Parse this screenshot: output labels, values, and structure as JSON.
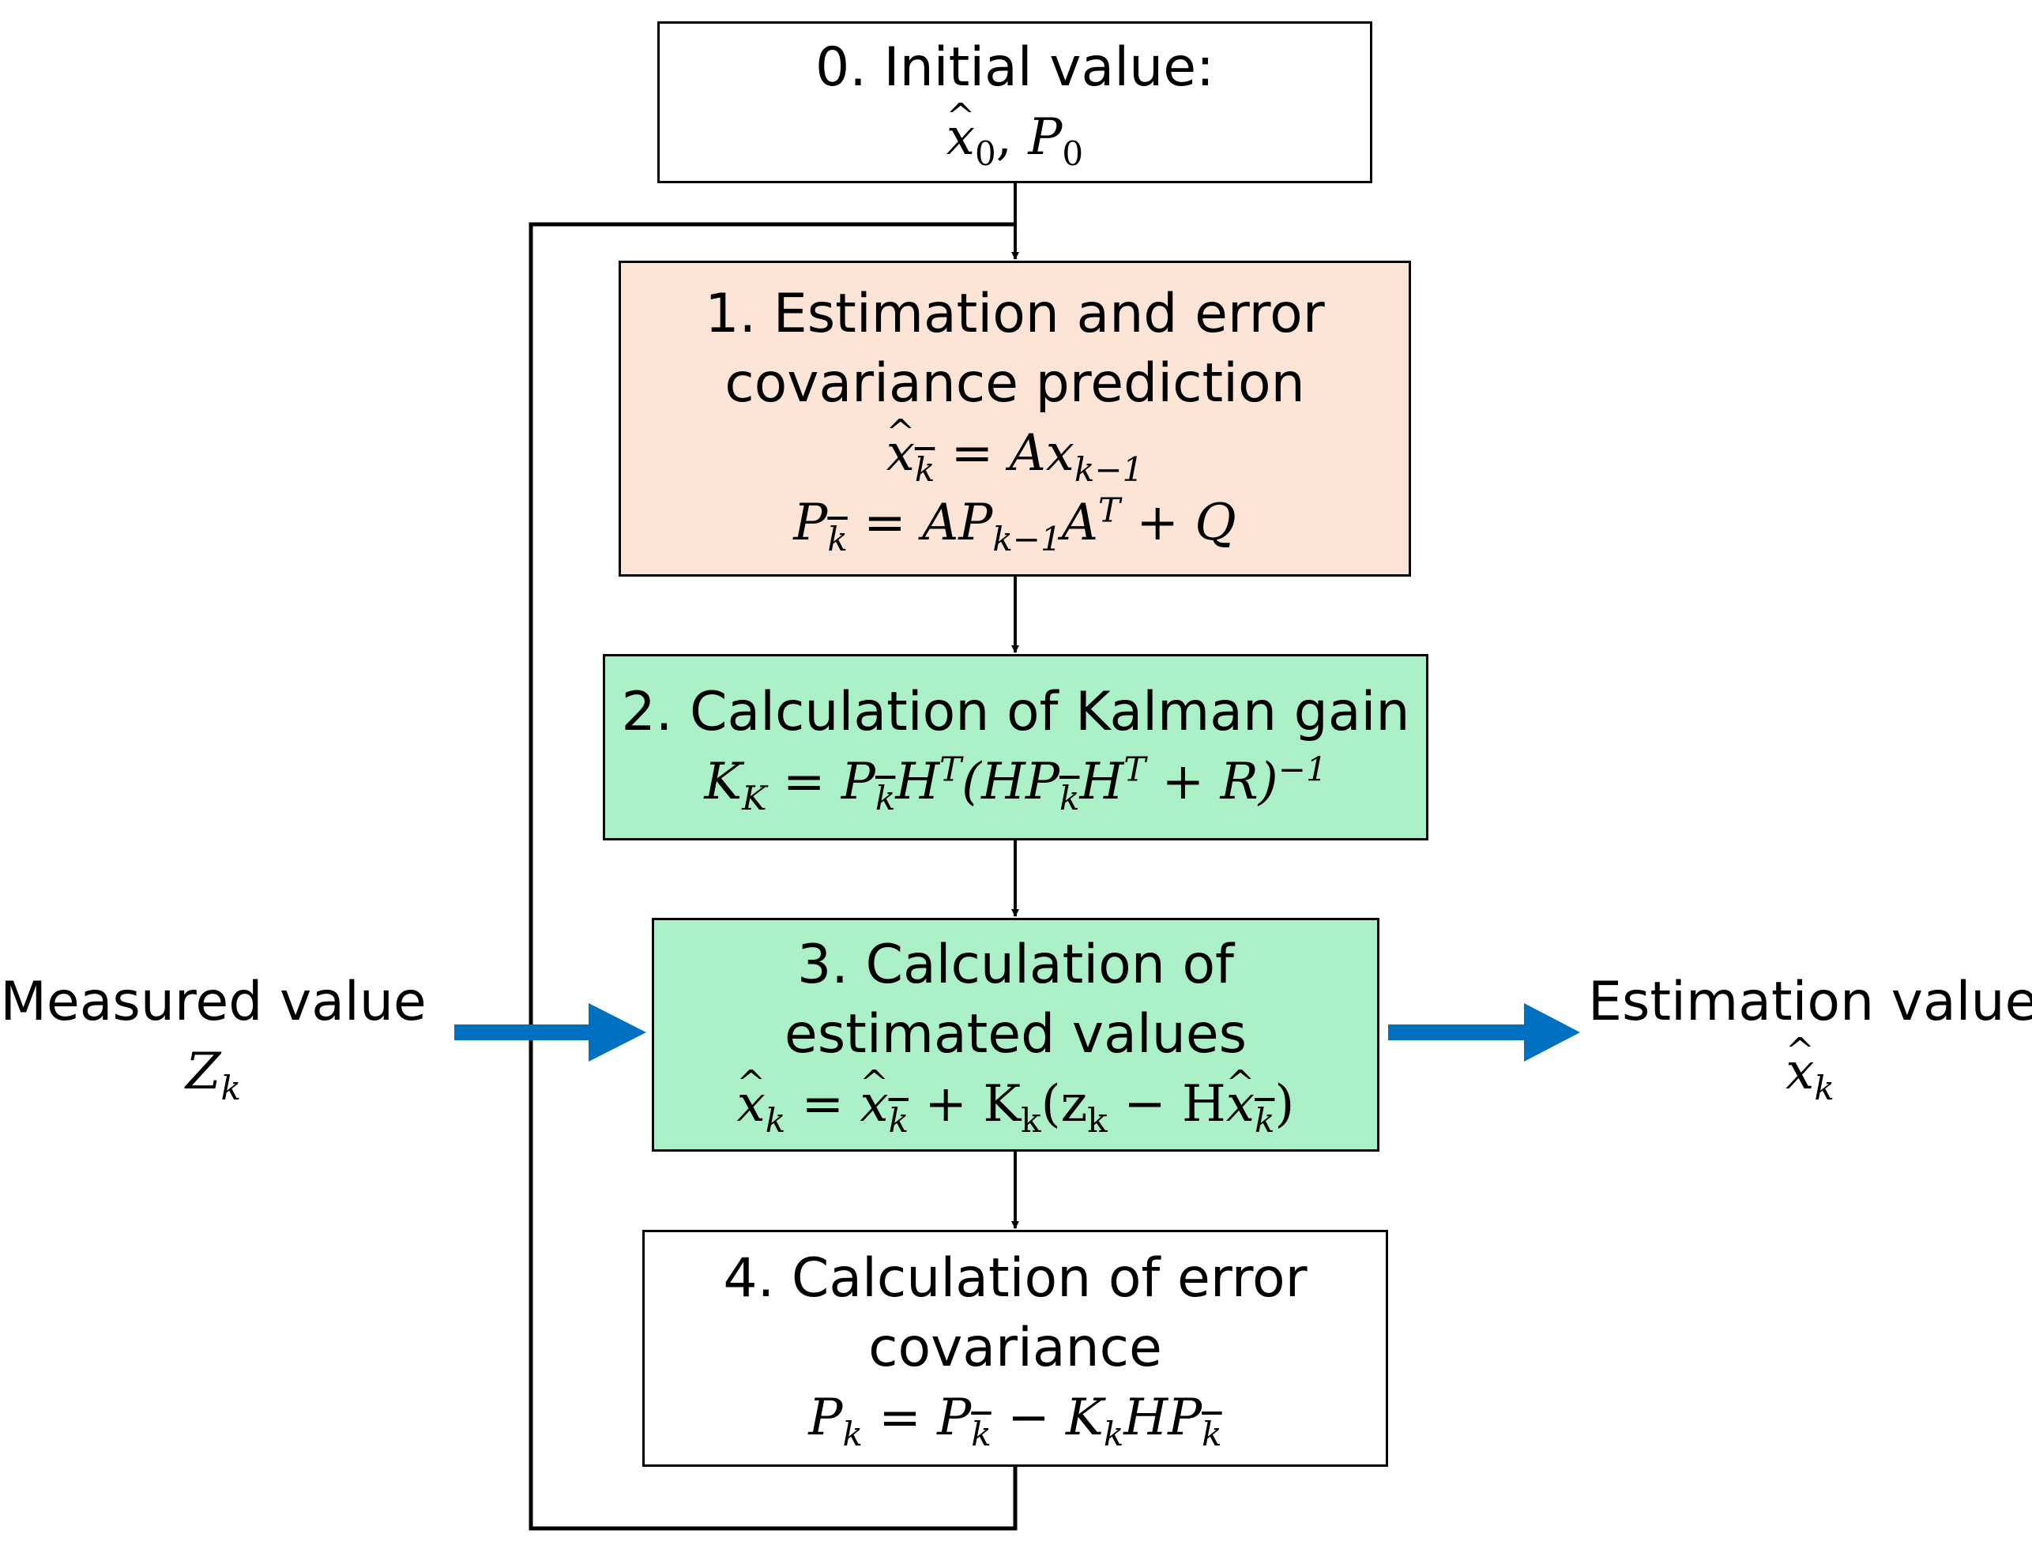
{
  "diagram": {
    "nodes": {
      "initial": {
        "title": "0. Initial value:",
        "formula": {
          "x": "x",
          "sub0": "0",
          "sep": ", ",
          "p": "P",
          "sub1": "0"
        }
      },
      "prediction": {
        "title_line1": "1. Estimation and error",
        "title_line2": "covariance prediction",
        "formula1": {
          "lhs": "x",
          "lhs_sub": "k",
          "eq": " = Ax",
          "rhs_sub": "k−1"
        },
        "formula2": {
          "lhs": "P",
          "lhs_sub": "k",
          "eq": " = AP",
          "rhs_sub": "k−1",
          "a": "A",
          "a_sup": "T",
          "tail": " + Q"
        }
      },
      "gain": {
        "title": "2. Calculation of Kalman gain",
        "formula": {
          "k": "K",
          "k_sub": "K",
          "eq": " = P",
          "p_sub": "k",
          "h": "H",
          "h_sup": "T",
          "open": "(HP",
          "p2_sub": "k",
          "h2": "H",
          "h2_sup": "T",
          "tail": " + R)",
          "inv": "−1"
        }
      },
      "update": {
        "title_line1": "3. Calculation of",
        "title_line2": "estimated values",
        "formula": {
          "x": "x",
          "x_sub": "k",
          "eq": " = ",
          "x2": "x",
          "x2_sub": "k",
          "plus": " + K",
          "k_sub": "k",
          "open": "(z",
          "z_sub": "k",
          "minus": " − H",
          "x3": "x",
          "x3_sub": "k",
          "close": ")"
        }
      },
      "covariance": {
        "title_line1": "4. Calculation of error",
        "title_line2": "covariance",
        "formula": {
          "p": "P",
          "p_sub": "k",
          "eq": " = P",
          "p2_sub": "k",
          "minus": " − K",
          "k_sub": "k",
          "hp": "HP",
          "p3_sub": "k"
        }
      }
    },
    "inputs": {
      "measured": {
        "label": "Measured value",
        "symbol": "Z",
        "symbol_sub": "k"
      }
    },
    "outputs": {
      "estimation": {
        "label": "Estimation value",
        "symbol": "x",
        "symbol_sub": "k"
      }
    },
    "colors": {
      "prediction_fill": "#fce4d6",
      "gain_fill": "#acf0c8",
      "update_fill": "#acf0c8",
      "plain_fill": "#ffffff",
      "io_arrow": "#0070c0",
      "line": "#000000"
    }
  }
}
